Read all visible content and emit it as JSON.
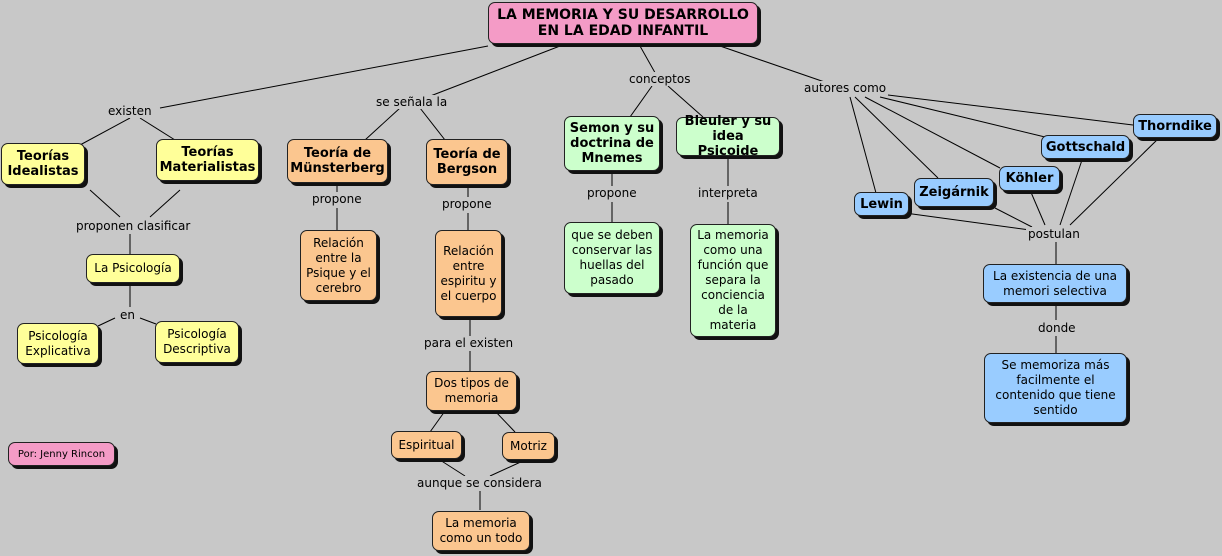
{
  "title_node": "LA MEMORIA Y SU DESARROLLO EN LA EDAD INFANTIL",
  "author": "Por: Jenny Rincon",
  "nodes": {
    "teorias_idealistas": "Teorías Idealistas",
    "teorias_materialistas": "Teorías Materialistas",
    "la_psicologia": "La Psicología",
    "psicologia_explicativa": "Psicología Explicativa",
    "psicologia_descriptiva": "Psicología Descriptiva",
    "teoria_munsterberg": "Teoría de Münsterberg",
    "teoria_bergson": "Teoría de Bergson",
    "relacion_psique": "Relación entre la Psique y el cerebro",
    "relacion_espiritu": "Relación entre espiritu y el cuerpo",
    "dos_tipos": "Dos tipos de memoria",
    "espiritual": "Espiritual",
    "motriz": "Motriz",
    "memoria_todo": "La memoria como un todo",
    "semon": "Semon y su doctrina de Mnemes",
    "bleuler": "Bleuler y su idea Psicoide",
    "huellas": "que se deben conservar las huellas del pasado",
    "funcion": "La memoria como una función que separa la conciencia de la materia",
    "lewin": "Lewin",
    "zeigarnik": "Zeigárnik",
    "kohler": "Köhler",
    "gottschald": "Gottschald",
    "thorndike": "Thorndike",
    "existencia": "La existencia de una memori selectiva",
    "memoriza": "Se memoriza más facilmente el contenido que tiene sentido"
  },
  "links": {
    "existen": "existen",
    "se_senala": "se señala la",
    "conceptos": "conceptos",
    "autores_como": "autores como",
    "proponen_clasificar": "proponen clasificar",
    "en": "en",
    "propone_m": "propone",
    "propone_b": "propone",
    "para_el_existen": "para el existen",
    "aunque_se_considera": "aunque se considera",
    "propone_s": "propone",
    "interpreta": "interpreta",
    "postulan": "postulan",
    "donde": "donde"
  },
  "colors": {
    "background": "#c8c8c8",
    "pink": "#f49bc6",
    "yellow": "#ffff99",
    "orange": "#fbc68f",
    "green": "#ccffcc",
    "blue": "#99ccff"
  }
}
